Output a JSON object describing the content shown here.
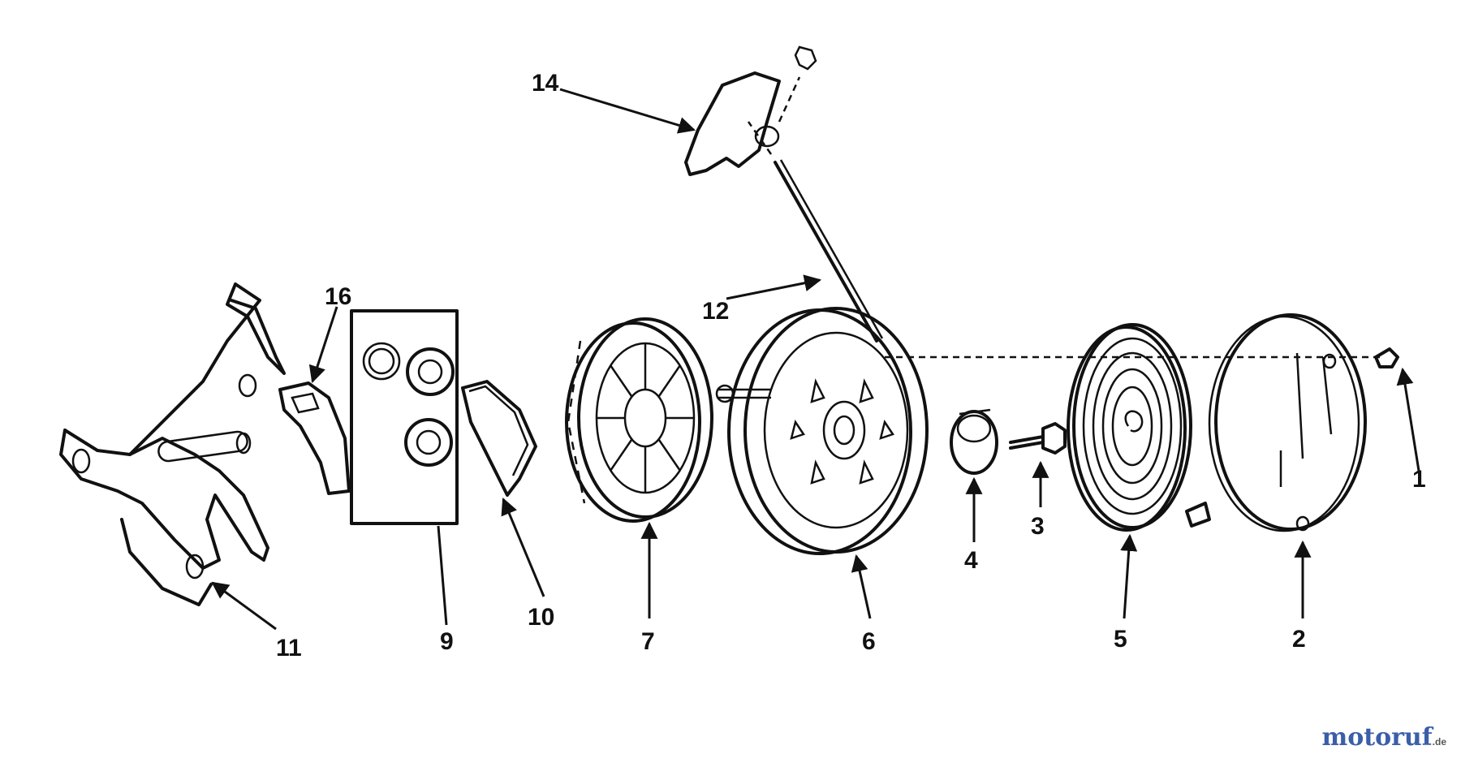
{
  "callouts": {
    "c1": "1",
    "c2": "2",
    "c3": "3",
    "c4": "4",
    "c5": "5",
    "c6": "6",
    "c7": "7",
    "c9": "9",
    "c10": "10",
    "c11": "11",
    "c12": "12",
    "c14": "14",
    "c16": "16"
  },
  "watermark": {
    "text": "motoruf",
    "suffix": ".de"
  },
  "colors": {
    "ink": "#111111",
    "background": "#ffffff",
    "watermark": "#3a5fa8"
  }
}
